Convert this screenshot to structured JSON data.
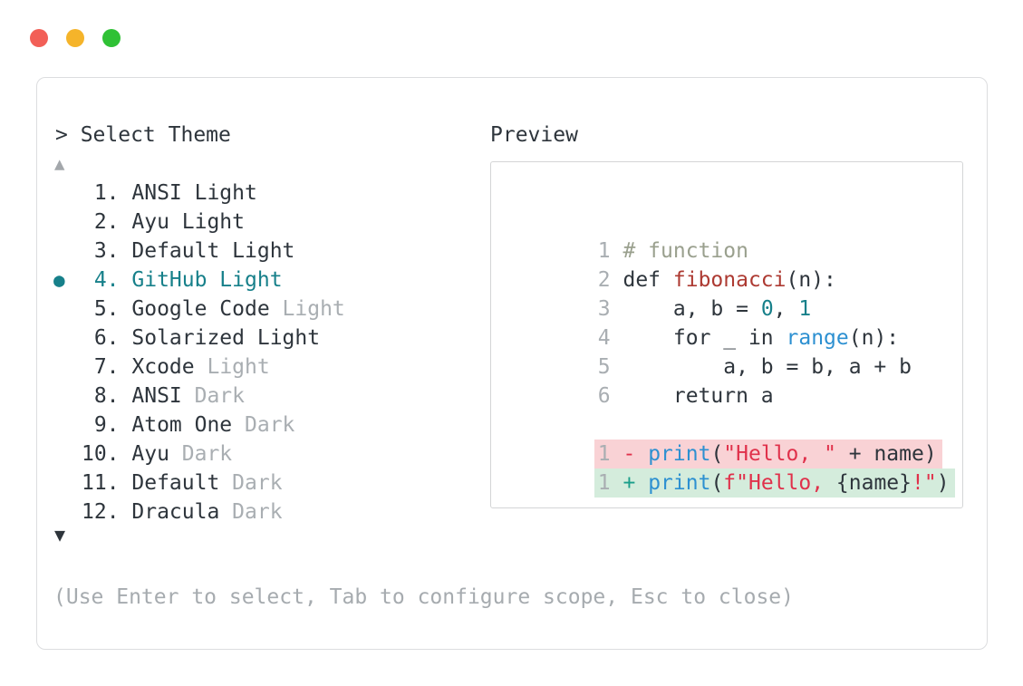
{
  "window": {
    "controls": [
      {
        "name": "close",
        "color": "#f25f57"
      },
      {
        "name": "minimize",
        "color": "#f5b42a"
      },
      {
        "name": "maximize",
        "color": "#2fc135"
      }
    ]
  },
  "selector": {
    "prompt": "> Select Theme",
    "scroll_up": "▲",
    "scroll_down": "▼",
    "hint": "(Use Enter to select, Tab to configure scope, Esc to close)",
    "items": [
      {
        "bullet": "",
        "num": "1.",
        "name": "ANSI Light",
        "variant": "",
        "selected": false
      },
      {
        "bullet": "",
        "num": "2.",
        "name": "Ayu Light",
        "variant": "",
        "selected": false
      },
      {
        "bullet": "",
        "num": "3.",
        "name": "Default Light",
        "variant": "",
        "selected": false
      },
      {
        "bullet": "●",
        "num": "4.",
        "name": "GitHub Light",
        "variant": "",
        "selected": true
      },
      {
        "bullet": "",
        "num": "5.",
        "name": "Google Code",
        "variant": "Light",
        "selected": false
      },
      {
        "bullet": "",
        "num": "6.",
        "name": "Solarized Light",
        "variant": "",
        "selected": false
      },
      {
        "bullet": "",
        "num": "7.",
        "name": "Xcode",
        "variant": "Light",
        "selected": false
      },
      {
        "bullet": "",
        "num": "8.",
        "name": "ANSI",
        "variant": "Dark",
        "selected": false
      },
      {
        "bullet": "",
        "num": "9.",
        "name": "Atom One",
        "variant": "Dark",
        "selected": false
      },
      {
        "bullet": "",
        "num": "10.",
        "name": "Ayu",
        "variant": "Dark",
        "selected": false
      },
      {
        "bullet": "",
        "num": "11.",
        "name": "Default",
        "variant": "Dark",
        "selected": false
      },
      {
        "bullet": "",
        "num": "12.",
        "name": "Dracula",
        "variant": "Dark",
        "selected": false
      }
    ]
  },
  "preview": {
    "title": "Preview",
    "lines": [
      {
        "num": "1",
        "diff": "",
        "tokens": [
          {
            "t": "# function",
            "k": "comment"
          }
        ]
      },
      {
        "num": "2",
        "diff": "",
        "tokens": [
          {
            "t": "def ",
            "k": "plain"
          },
          {
            "t": "fibonacci",
            "k": "function"
          },
          {
            "t": "(n):",
            "k": "plain"
          }
        ]
      },
      {
        "num": "3",
        "diff": "",
        "tokens": [
          {
            "t": "    a, b = ",
            "k": "plain"
          },
          {
            "t": "0",
            "k": "number"
          },
          {
            "t": ", ",
            "k": "plain"
          },
          {
            "t": "1",
            "k": "number"
          }
        ]
      },
      {
        "num": "4",
        "diff": "",
        "tokens": [
          {
            "t": "    for _ in ",
            "k": "plain"
          },
          {
            "t": "range",
            "k": "builtin"
          },
          {
            "t": "(n):",
            "k": "plain"
          }
        ]
      },
      {
        "num": "5",
        "diff": "",
        "tokens": [
          {
            "t": "        a, b = b, a + b",
            "k": "plain"
          }
        ]
      },
      {
        "num": "6",
        "diff": "",
        "tokens": [
          {
            "t": "    return a",
            "k": "plain"
          }
        ]
      },
      {
        "num": "",
        "diff": "",
        "tokens": []
      },
      {
        "num": "1",
        "diff": "removed",
        "tokens": [
          {
            "t": "- ",
            "k": "removed-sign"
          },
          {
            "t": "print",
            "k": "builtin"
          },
          {
            "t": "(",
            "k": "plain"
          },
          {
            "t": "\"Hello, \"",
            "k": "string"
          },
          {
            "t": " + name)",
            "k": "plain"
          }
        ]
      },
      {
        "num": "1",
        "diff": "added",
        "tokens": [
          {
            "t": "+ ",
            "k": "added-sign"
          },
          {
            "t": "print",
            "k": "builtin"
          },
          {
            "t": "(",
            "k": "plain"
          },
          {
            "t": "f\"Hello, ",
            "k": "string"
          },
          {
            "t": "{name}",
            "k": "plain"
          },
          {
            "t": "!\"",
            "k": "string"
          },
          {
            "t": ")",
            "k": "plain"
          }
        ]
      }
    ]
  },
  "colors": {
    "accent_teal": "#17808a",
    "text_dark": "#2e353c",
    "text_muted": "#a9aeb2",
    "comment": "#9aa08e",
    "function_name": "#ad3a32",
    "number": "#17808a",
    "builtin": "#2d90d1",
    "string": "#e0314b",
    "added_sign": "#1a9e8a",
    "diff_removed_bg": "#f9d2d5",
    "diff_added_bg": "#d4ecdc",
    "traffic_red": "#f25f57",
    "traffic_yellow": "#f5b42a",
    "traffic_green": "#2fc135"
  }
}
